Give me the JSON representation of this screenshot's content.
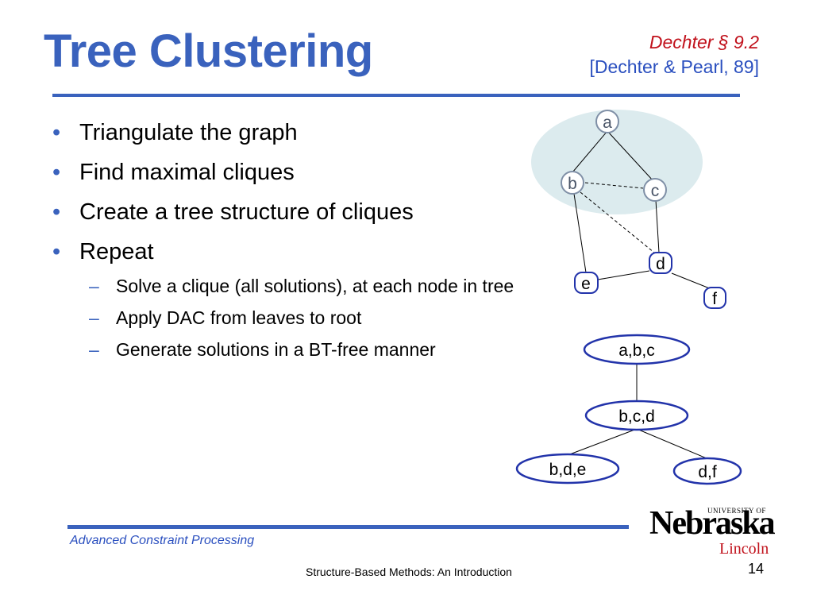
{
  "slide": {
    "title": "Tree Clustering",
    "reference": {
      "line1": "Dechter § 9.2",
      "line2": "[Dechter & Pearl, 89]"
    },
    "bullets": [
      "Triangulate the graph",
      "Find maximal cliques",
      "Create a tree structure of cliques",
      "Repeat"
    ],
    "sub_bullets": [
      "Solve a clique (all solutions), at each node in tree",
      "Apply DAC from leaves to root",
      "Generate solutions in a BT-free manner"
    ],
    "footer": {
      "left": "Advanced Constraint Processing",
      "center": "Structure-Based Methods: An Introduction",
      "page_number": "14"
    },
    "logo": {
      "university_of": "UNIVERSITY OF",
      "name": "Nebraska",
      "city": "Lincoln"
    }
  },
  "graph": {
    "nodes": {
      "a": "a",
      "b": "b",
      "c": "c",
      "d": "d",
      "e": "e",
      "f": "f"
    }
  },
  "cluster_tree": {
    "nodes": {
      "abc": "a,b,c",
      "bcd": "b,c,d",
      "bde": "b,d,e",
      "df": "d,f"
    }
  },
  "colors": {
    "title_blue": "#3a62bd",
    "reference_red": "#c1121c",
    "reference_blue": "#2a4fbf",
    "node_stroke": "#2233aa",
    "graph_node_stroke": "#7f8fa6",
    "clique_highlight": "#dcebee"
  }
}
